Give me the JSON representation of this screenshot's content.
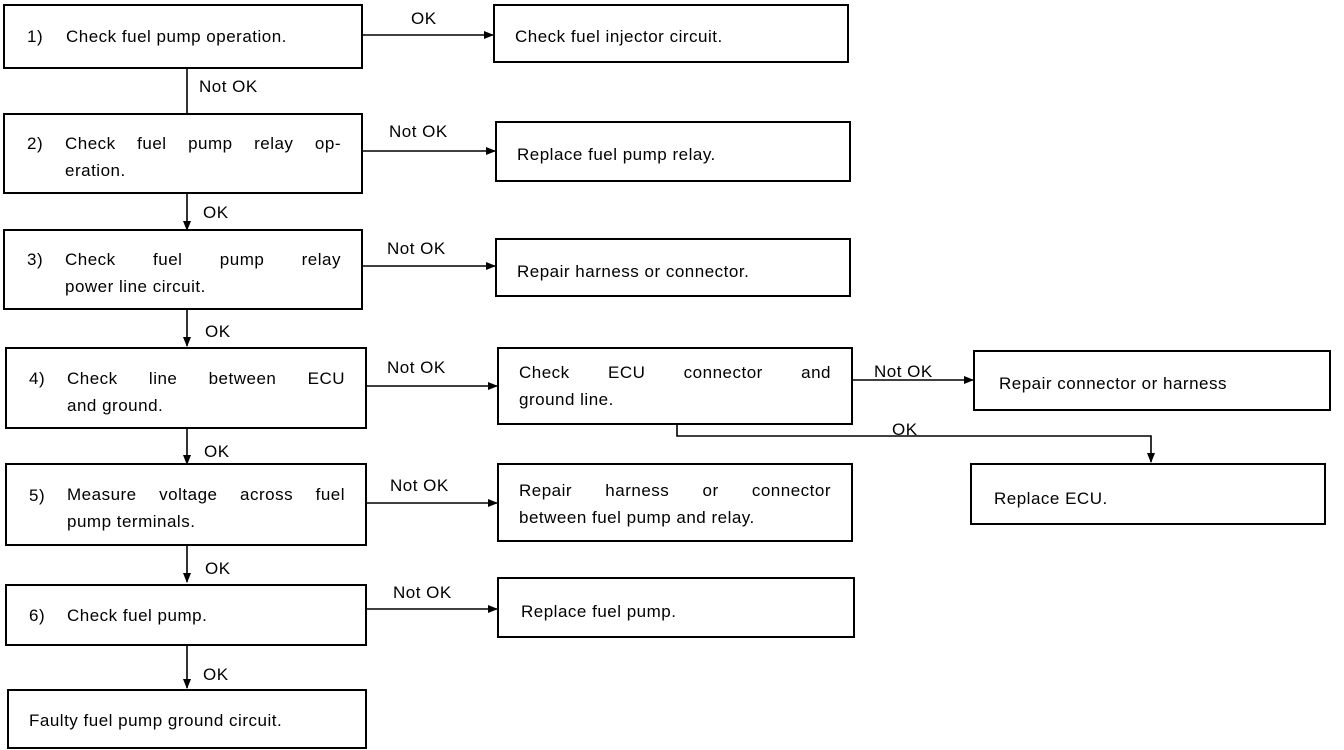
{
  "steps": [
    {
      "num": "1)",
      "lines": [
        "Check fuel pump operation."
      ]
    },
    {
      "num": "2)",
      "lines": [
        "Check fuel pump relay op-",
        "eration."
      ]
    },
    {
      "num": "3)",
      "lines": [
        "Check fuel pump relay",
        "power line circuit."
      ]
    },
    {
      "num": "4)",
      "lines": [
        "Check line between ECU",
        "and ground."
      ]
    },
    {
      "num": "5)",
      "lines": [
        "Measure voltage across fuel",
        "pump terminals."
      ]
    },
    {
      "num": "6)",
      "lines": [
        "Check fuel pump."
      ]
    },
    {
      "lines": [
        "Faulty fuel pump ground circuit."
      ]
    }
  ],
  "outcomes": [
    {
      "lines": [
        "Check fuel injector circuit."
      ]
    },
    {
      "lines": [
        "Replace fuel pump relay."
      ]
    },
    {
      "lines": [
        "Repair harness or connector."
      ]
    },
    {
      "lines": [
        "Check ECU connector and",
        "ground line."
      ]
    },
    {
      "lines": [
        "Repair harness or connector",
        "between fuel pump and relay."
      ]
    },
    {
      "lines": [
        "Replace fuel pump."
      ]
    }
  ],
  "ecu_outcomes": [
    {
      "lines": [
        "Repair connector or harness"
      ]
    },
    {
      "lines": [
        "Replace ECU."
      ]
    }
  ],
  "labels": {
    "ok": "OK",
    "not_ok": "Not OK"
  }
}
